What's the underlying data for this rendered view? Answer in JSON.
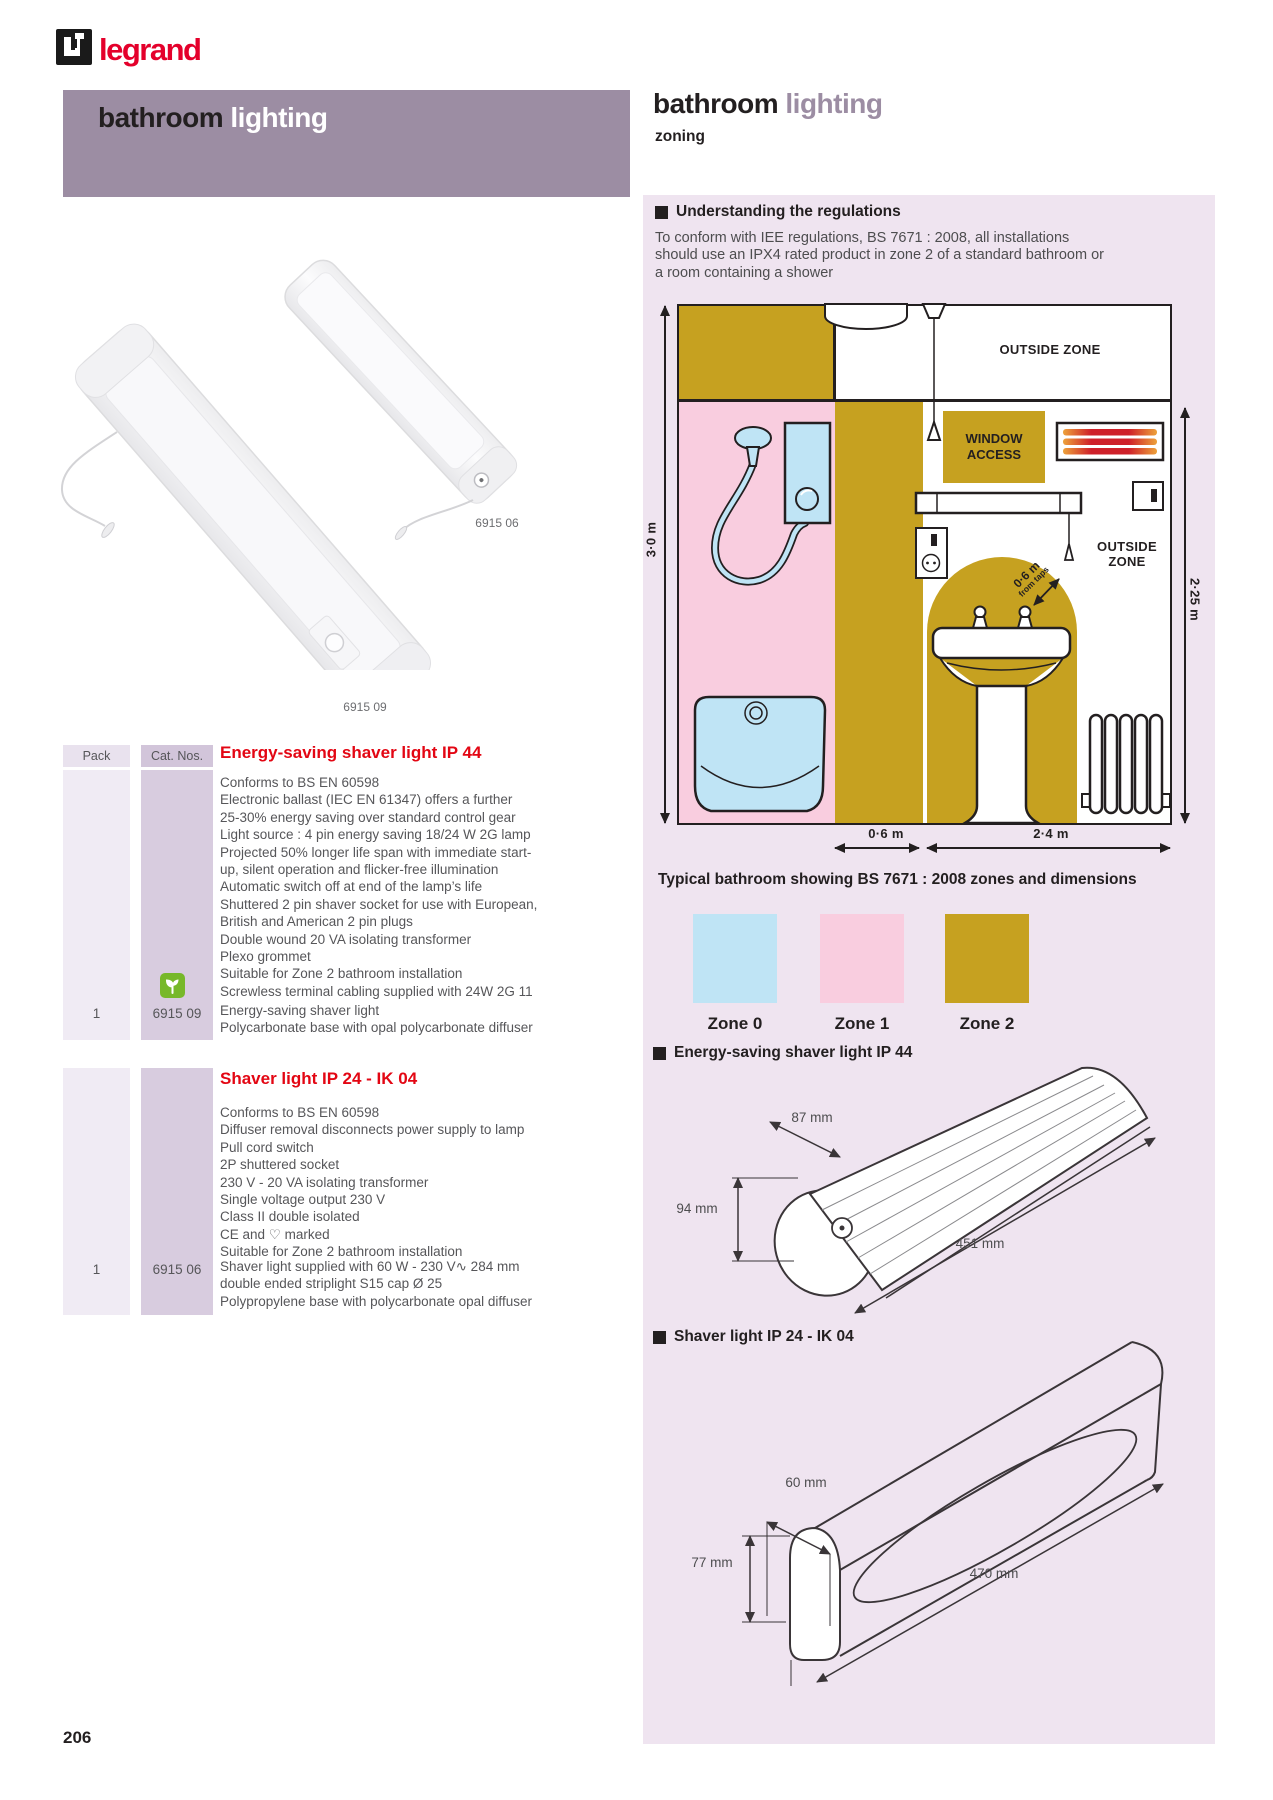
{
  "page": {
    "number": "206"
  },
  "brand": {
    "name": "legrand"
  },
  "left_banner": {
    "word1": "bathroom",
    "word2": " lighting"
  },
  "right_header": {
    "word1": "bathroom",
    "word2": " lighting",
    "subtitle": "zoning"
  },
  "regulations": {
    "heading": "Understanding the regulations",
    "line1": "To conform with IEE regulations, BS 7671 : 2008, all installations",
    "line2": "should use an IPX4 rated product in zone 2 of a standard bathroom or",
    "line3": "a room containing a shower"
  },
  "diagram": {
    "outside_zone_top": "OUTSIDE ZONE",
    "outside_zone_right_1": "OUTSIDE",
    "outside_zone_right_2": "ZONE",
    "window_access_1": "WINDOW",
    "window_access_2": "ACCESS",
    "dim_left": "3·0 m",
    "dim_right": "2·25 m",
    "dim_bottom_left": "0·6 m",
    "dim_bottom_right": "2·4 m",
    "taps_dim": "0·6 m",
    "taps_dim_sub": "from taps",
    "caption": "Typical bathroom showing BS 7671 : 2008 zones and dimensions",
    "legend": [
      {
        "label": "Zone 0",
        "color": "#BFE4F5"
      },
      {
        "label": "Zone 1",
        "color": "#F9CDDF"
      },
      {
        "label": "Zone 2",
        "color": "#C6A120"
      }
    ]
  },
  "photos": {
    "label_right": "6915 06",
    "label_left": "6915 09"
  },
  "table": {
    "pack_header": "Pack",
    "cat_header": "Cat. Nos."
  },
  "products": [
    {
      "title": "Energy-saving shaver light IP 44",
      "features": [
        "Conforms to BS EN 60598",
        "Electronic ballast (IEC EN 61347) offers a further",
        "25-30% energy saving over standard control gear",
        "Light source : 4 pin energy saving 18/24 W 2G lamp",
        "Projected 50% longer life span with immediate start-",
        "up, silent operation and flicker-free illumination",
        "Automatic switch off at end of the lamp’s life",
        "Shuttered 2 pin shaver socket for use with European,",
        "British and American 2 pin plugs",
        "Double wound 20 VA isolating transformer",
        "Plexo grommet",
        "Suitable for Zone 2 bathroom installation",
        "Screwless terminal cabling supplied with 24W 2G 11"
      ],
      "row": {
        "pack": "1",
        "cat_no": "6915 09",
        "desc1": "Energy-saving shaver light",
        "desc2": "Polycarbonate base with opal polycarbonate diffuser"
      }
    },
    {
      "title": "Shaver light IP 24 - IK 04",
      "features": [
        "Conforms to BS EN 60598",
        "Diffuser removal disconnects power supply to lamp",
        "Pull cord switch",
        "2P shuttered socket",
        "230 V - 20 VA isolating transformer",
        "Single voltage output 230 V",
        "Class II double isolated",
        "CE and ♡ marked",
        "Suitable for Zone 2 bathroom installation"
      ],
      "row": {
        "pack": "1",
        "cat_no": "6915 06",
        "desc1": "Shaver light supplied with 60 W - 230 V∿ 284 mm",
        "desc2": "double ended striplight S15 cap Ø 25",
        "desc3": "Polypropylene base with polycarbonate opal diffuser"
      }
    }
  ],
  "sections": {
    "drawing1_heading": "Energy-saving shaver light IP 44",
    "drawing2_heading": "Shaver light IP 24 - IK 04"
  },
  "drawing1": {
    "dim_depth": "87 mm",
    "dim_height": "94 mm",
    "dim_length": "451 mm"
  },
  "drawing2": {
    "dim_depth": "60 mm",
    "dim_height": "77 mm",
    "dim_length": "470 mm"
  },
  "colors": {
    "accent_red": "#E30613",
    "banner": "#9C8DA3",
    "panel_bg": "#EFE4F0",
    "zone0": "#BFE4F5",
    "zone1": "#F9CDDF",
    "zone2": "#C6A120",
    "eco_green": "#77B82A"
  }
}
